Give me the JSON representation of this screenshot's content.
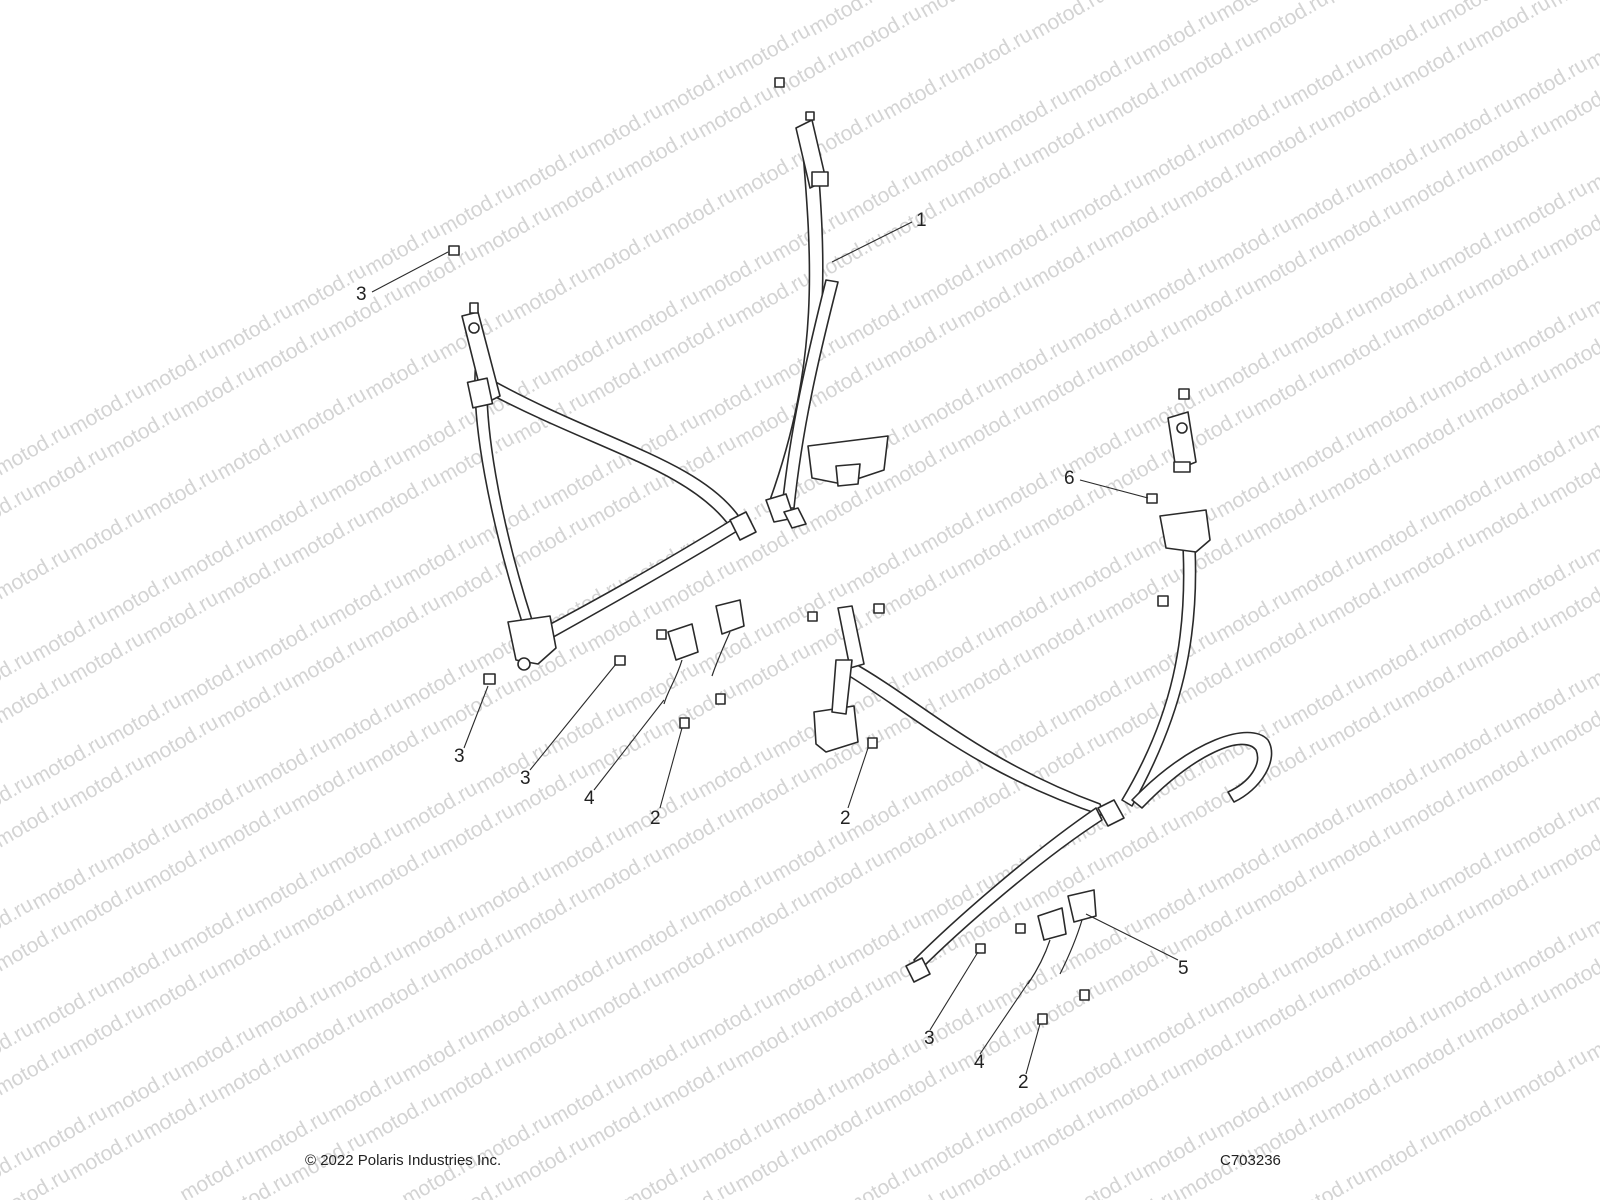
{
  "watermark": "motod.ru",
  "footer": {
    "copyright": "© 2022 Polaris Industries Inc.",
    "drawing_number": "C703236"
  },
  "callouts": [
    {
      "id": "c1",
      "label": "1"
    },
    {
      "id": "c3a",
      "label": "3"
    },
    {
      "id": "c6",
      "label": "6"
    },
    {
      "id": "c3b",
      "label": "3"
    },
    {
      "id": "c3c",
      "label": "3"
    },
    {
      "id": "c4a",
      "label": "4"
    },
    {
      "id": "c2a",
      "label": "2"
    },
    {
      "id": "c2b",
      "label": "2"
    },
    {
      "id": "c5",
      "label": "5"
    },
    {
      "id": "c3d",
      "label": "3"
    },
    {
      "id": "c4b",
      "label": "4"
    },
    {
      "id": "c2c",
      "label": "2"
    }
  ]
}
